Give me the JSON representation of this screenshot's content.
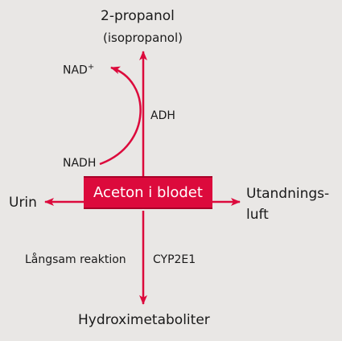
{
  "diagram": {
    "accent_color": "#dc0a3c",
    "top_label": "2-propanol",
    "top_sublabel": "(isopropanol)",
    "nad_plus": "NAD",
    "nad_plus_sup": "+",
    "nadh": "NADH",
    "enzyme_top": "ADH",
    "center_box": "Aceton i blodet",
    "left_label": "Urin",
    "right_label_line1": "Utandnings-",
    "right_label_line2": "luft",
    "slow_reaction": "Långsam reaktion",
    "enzyme_bottom": "CYP2E1",
    "bottom_label": "Hydroximetaboliter"
  }
}
